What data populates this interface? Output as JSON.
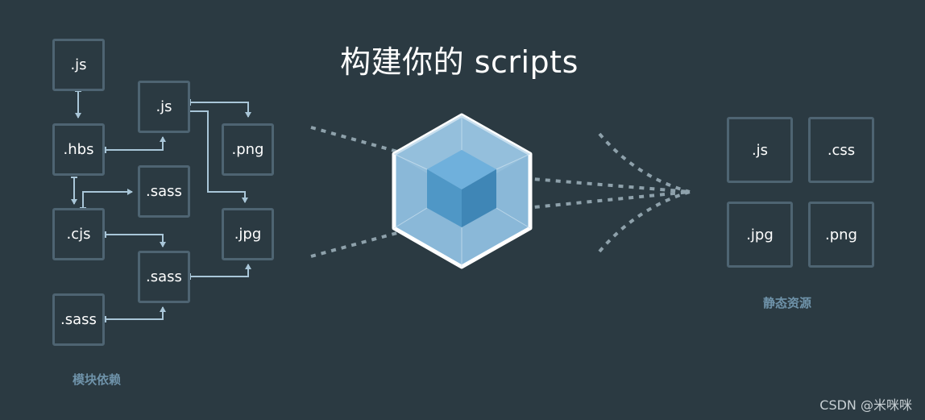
{
  "title": "构建你的 scripts",
  "modules": {
    "caption": "模块依赖",
    "boxes": [
      {
        "id": "js1",
        "label": ".js"
      },
      {
        "id": "hbs",
        "label": ".hbs"
      },
      {
        "id": "cjs",
        "label": ".cjs"
      },
      {
        "id": "sass3",
        "label": ".sass"
      },
      {
        "id": "js2",
        "label": ".js"
      },
      {
        "id": "sass1",
        "label": ".sass"
      },
      {
        "id": "sass2",
        "label": ".sass"
      },
      {
        "id": "png",
        "label": ".png"
      },
      {
        "id": "jpg",
        "label": ".jpg"
      }
    ]
  },
  "assets": {
    "caption": "静态资源",
    "boxes": [
      {
        "id": "out-js",
        "label": ".js"
      },
      {
        "id": "out-css",
        "label": ".css"
      },
      {
        "id": "out-jpg",
        "label": ".jpg"
      },
      {
        "id": "out-png",
        "label": ".png"
      }
    ]
  },
  "watermark": "CSDN @米咪咪",
  "colors": {
    "background": "#2b3a42",
    "box_border": "#4e6472",
    "arrow": "#a9c6d8",
    "dash": "#8ea1ab",
    "cube_outer": "#8ab8d8",
    "cube_inner": "#4f97c6",
    "caption": "#6f93aa"
  }
}
